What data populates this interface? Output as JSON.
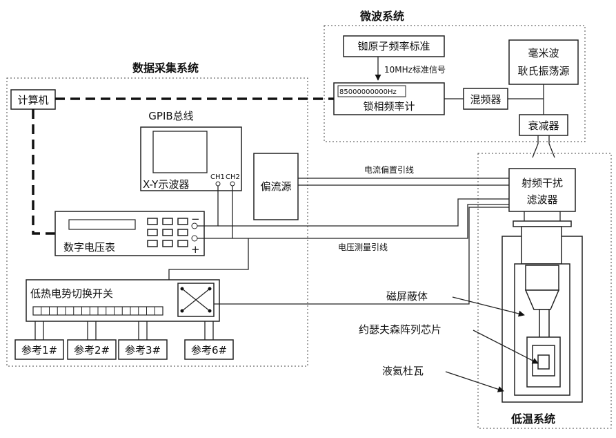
{
  "regions": {
    "microwave": "微波系统",
    "daq": "数据采集系统",
    "cryo": "低温系统"
  },
  "devices": {
    "rubidium": "铷原子频率标准",
    "ref_signal": "10MHz标准信号",
    "counter_display": "85000000000Hz",
    "counter": "锁相频率计",
    "mixer": "混频器",
    "gunn_line1": "毫米波",
    "gunn_line2": "耿氏振荡源",
    "attenuator": "衰减器",
    "computer": "计算机",
    "gpib": "GPIB总线",
    "scope": "X-Y示波器",
    "ch1": "CH1",
    "ch2": "CH2",
    "bias": "偏流源",
    "bias_line": "电流偏置引线",
    "rf_filter_line1": "射频干扰",
    "rf_filter_line2": "滤波器",
    "voltmeter": "数字电压表",
    "minus": "−",
    "plus": "+",
    "voltage_line": "电压测量引线",
    "switch": "低热电势切换开关",
    "shield": "磁屏蔽体",
    "chip": "约瑟夫森阵列芯片",
    "dewar": "液氦杜瓦"
  },
  "references": [
    "参考1#",
    "参考2#",
    "参考3#",
    "参考6#"
  ]
}
